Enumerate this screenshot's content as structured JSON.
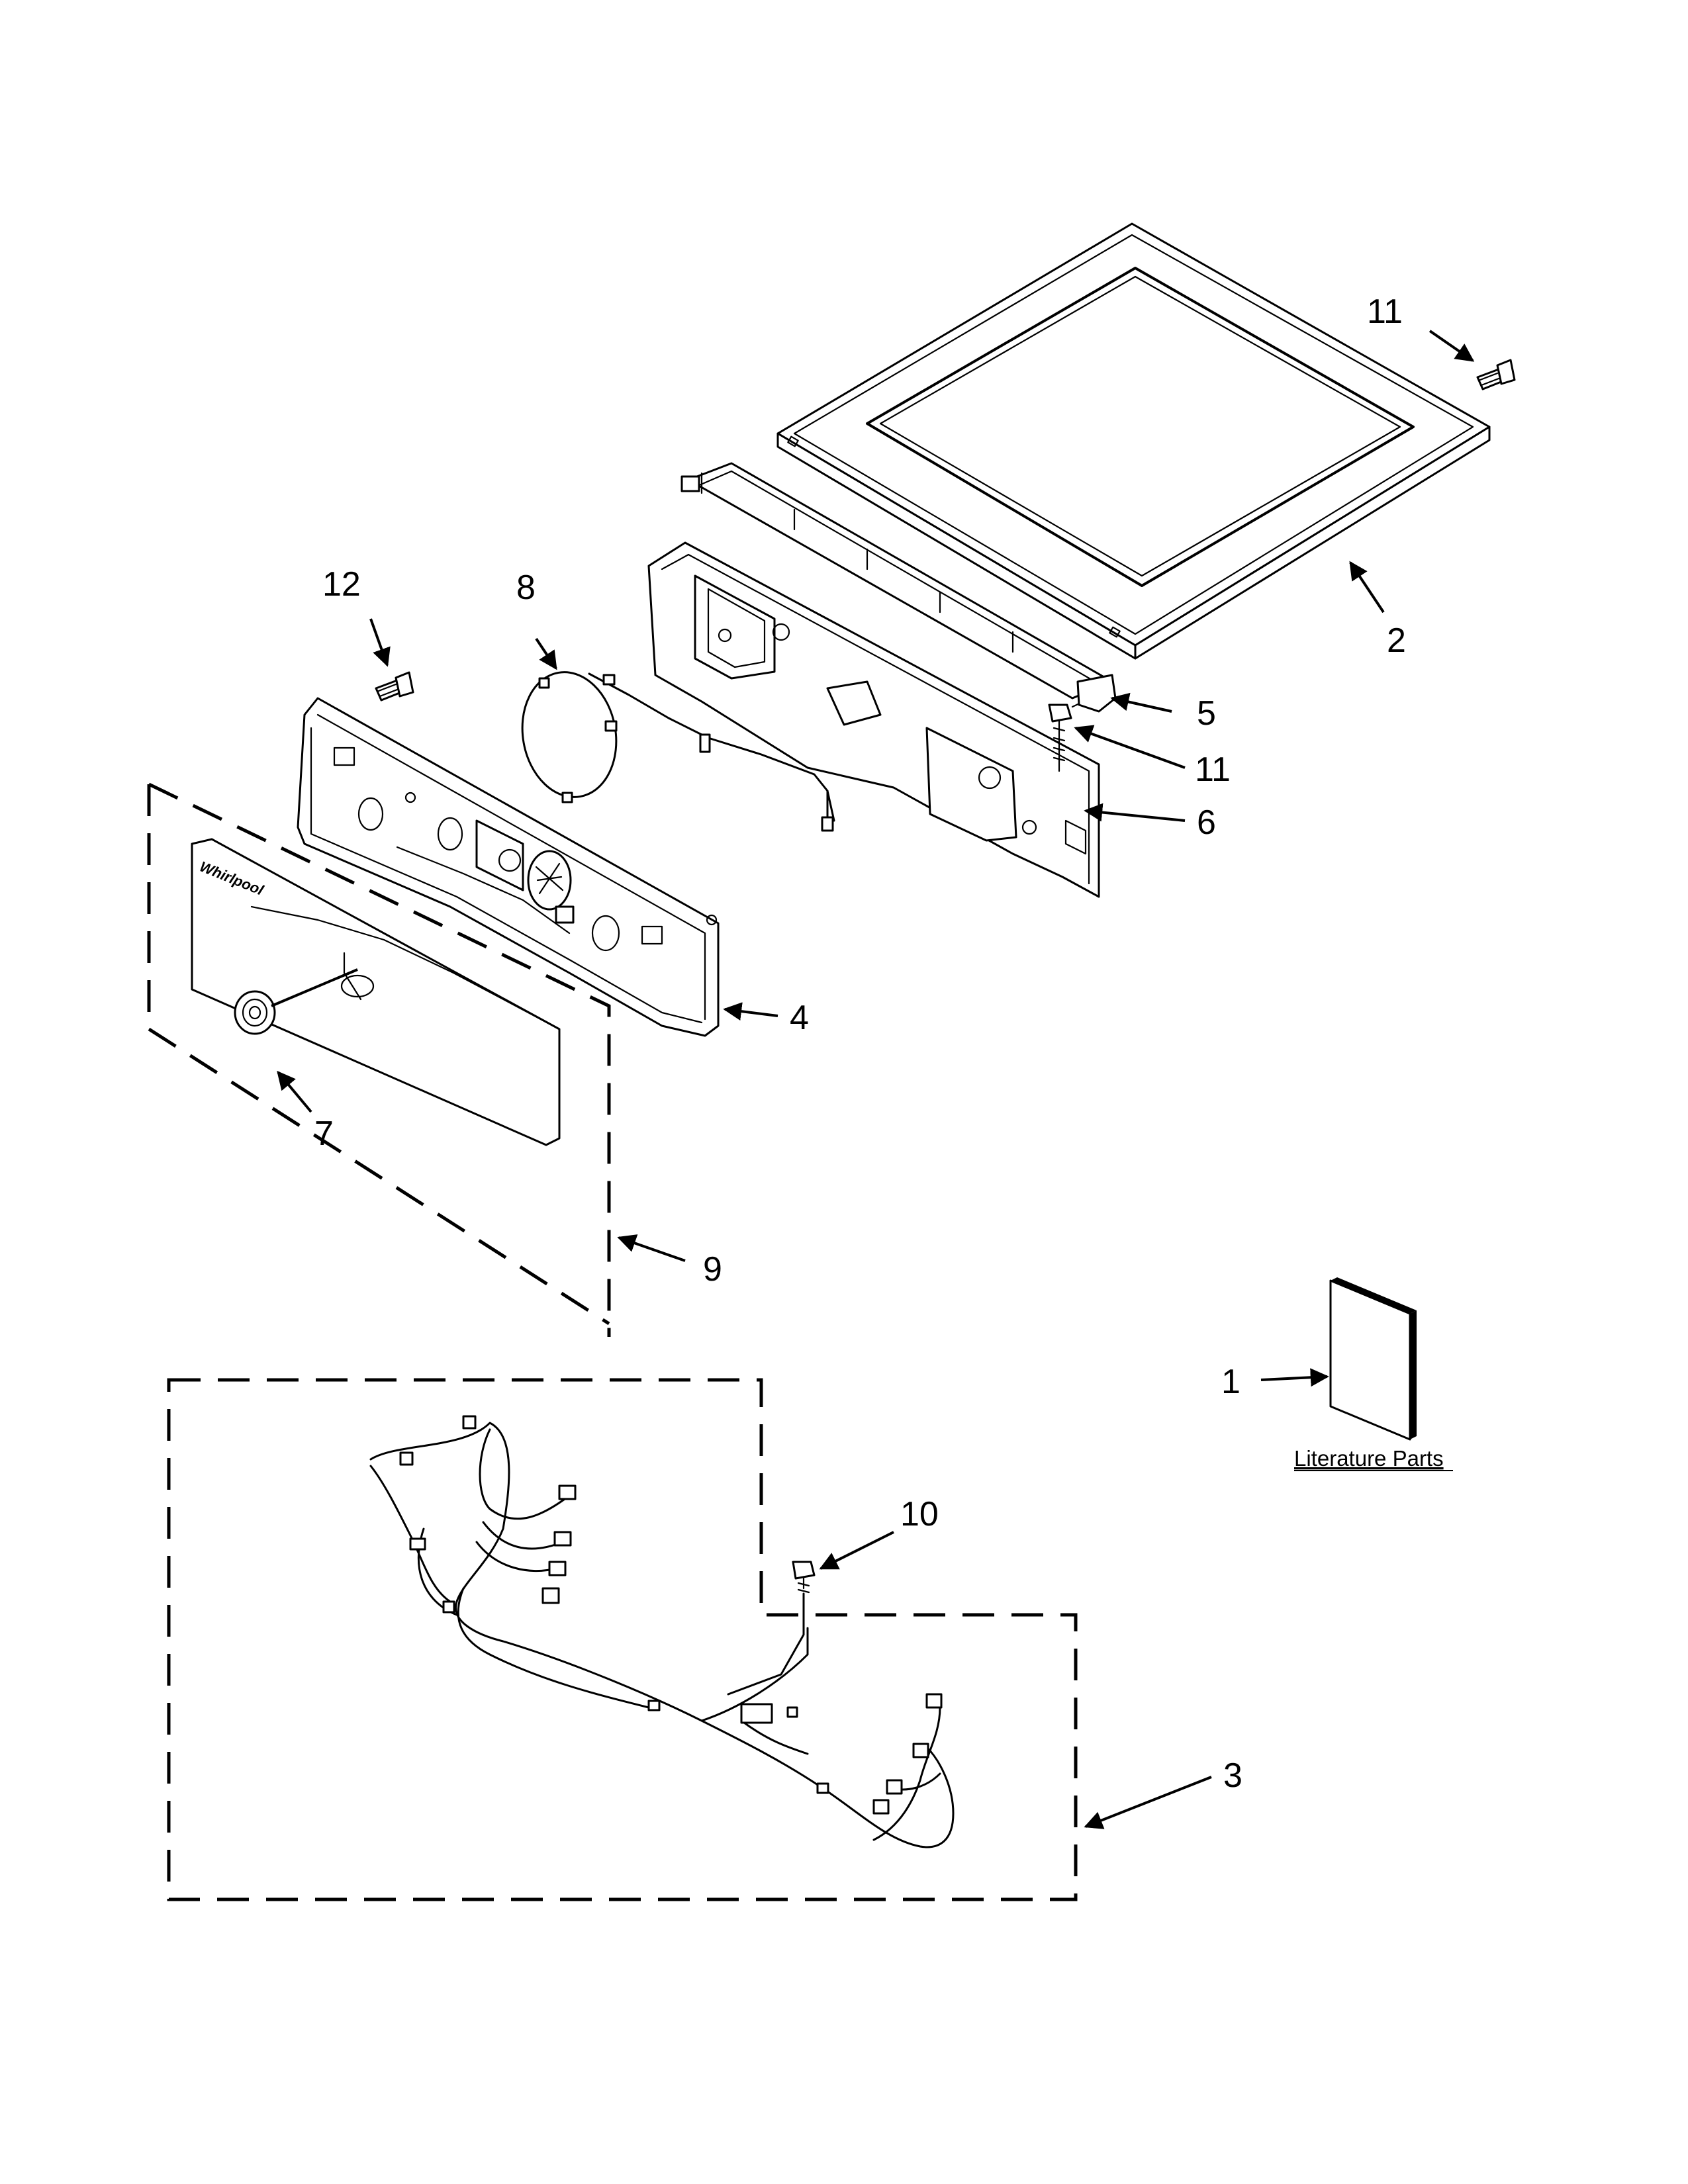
{
  "callouts": {
    "c1": "1",
    "c2": "2",
    "c3": "3",
    "c4": "4",
    "c5": "5",
    "c6": "6",
    "c7": "7",
    "c8": "8",
    "c9": "9",
    "c10": "10",
    "c11a": "11",
    "c11b": "11",
    "c12": "12"
  },
  "literature": {
    "label": "Literature Parts"
  },
  "logo": {
    "text": "Whirlpool"
  }
}
